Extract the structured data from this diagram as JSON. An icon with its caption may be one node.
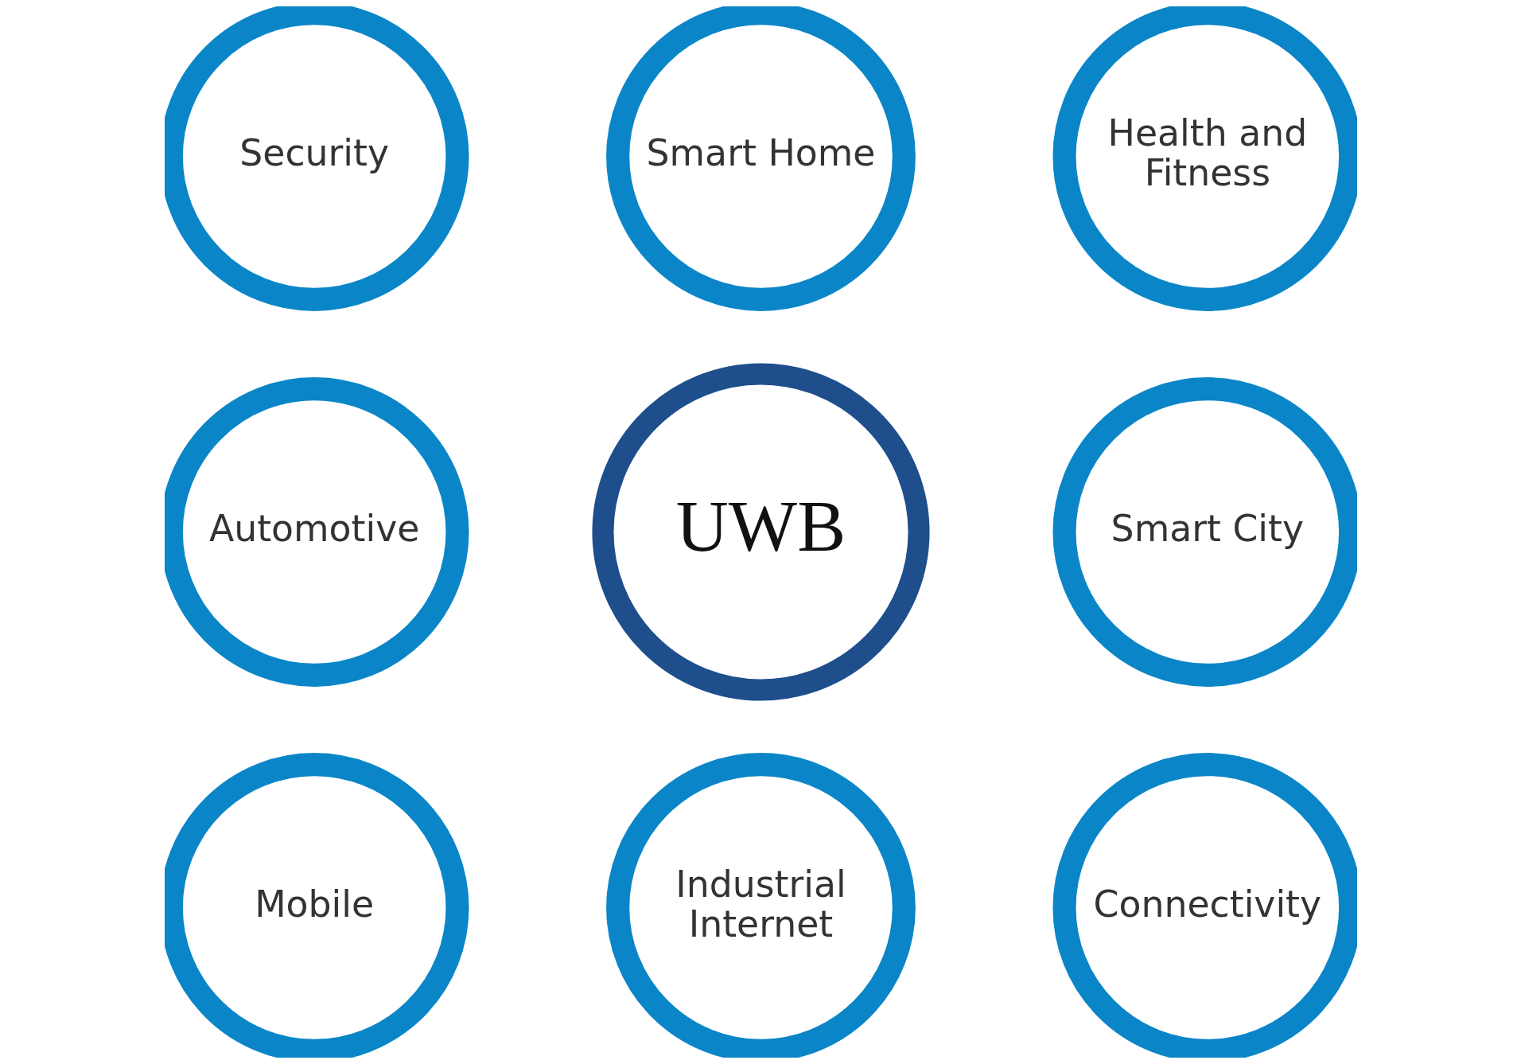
{
  "diagram": {
    "nodes": [
      {
        "text": [
          "Security"
        ]
      },
      {
        "text": [
          "Smart Home"
        ]
      },
      {
        "text": [
          "Health and Fitness"
        ]
      },
      {
        "text": [
          "Automotive"
        ]
      },
      {
        "text": [
          "UWB"
        ]
      },
      {
        "text": [
          "Smart City"
        ]
      },
      {
        "text": [
          "Mobile"
        ]
      },
      {
        "text": [
          "Industrial Internet"
        ]
      },
      {
        "text": [
          "Connectivity"
        ]
      }
    ],
    "edges": []
  }
}
